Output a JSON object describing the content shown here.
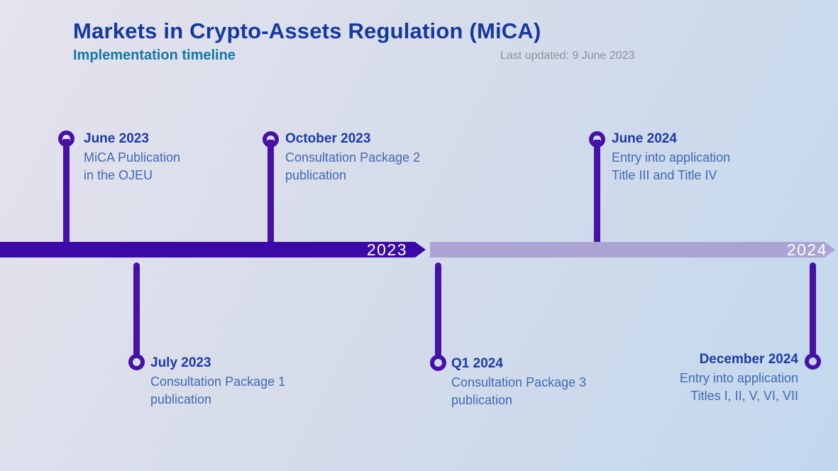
{
  "header": {
    "title": "Markets in Crypto-Assets Regulation (MiCA)",
    "subtitle": "Implementation timeline",
    "last_updated": "Last updated: 9 June 2023"
  },
  "timeline": {
    "segments": [
      {
        "label": "2023",
        "color": "#3b09a7"
      },
      {
        "label": "2024",
        "color": "#aaa3d3"
      }
    ],
    "events": [
      {
        "date": "June 2023",
        "position": "above",
        "desc": [
          "MiCA Publication",
          "in the OJEU"
        ]
      },
      {
        "date": "October 2023",
        "position": "above",
        "desc": [
          "Consultation Package 2",
          "publication"
        ]
      },
      {
        "date": "June 2024",
        "position": "above",
        "desc": [
          "Entry into application",
          "Title III and Title IV"
        ]
      },
      {
        "date": "July 2023",
        "position": "below",
        "desc": [
          "Consultation Package 1",
          "publication"
        ]
      },
      {
        "date": "Q1 2024",
        "position": "below",
        "desc": [
          "Consultation Package 3",
          "publication"
        ]
      },
      {
        "date": "December 2024",
        "position": "below",
        "desc": [
          "Entry into application",
          "Titles I, II, V, VI, VII"
        ]
      }
    ]
  },
  "colors": {
    "background_top": "#e5e3ee",
    "background_bottom": "#c2d8ee",
    "title_text": "#16399f",
    "subtitle_text": "#1478a8",
    "muted_text": "#8b919c",
    "bar_2023": "#3b09a7",
    "bar_2024": "#aaa3d3",
    "marker": "#4711a8",
    "event_date_text": "#1e3ba5",
    "event_desc_text": "#4069b4",
    "bar_label_text": "#ffffff"
  }
}
